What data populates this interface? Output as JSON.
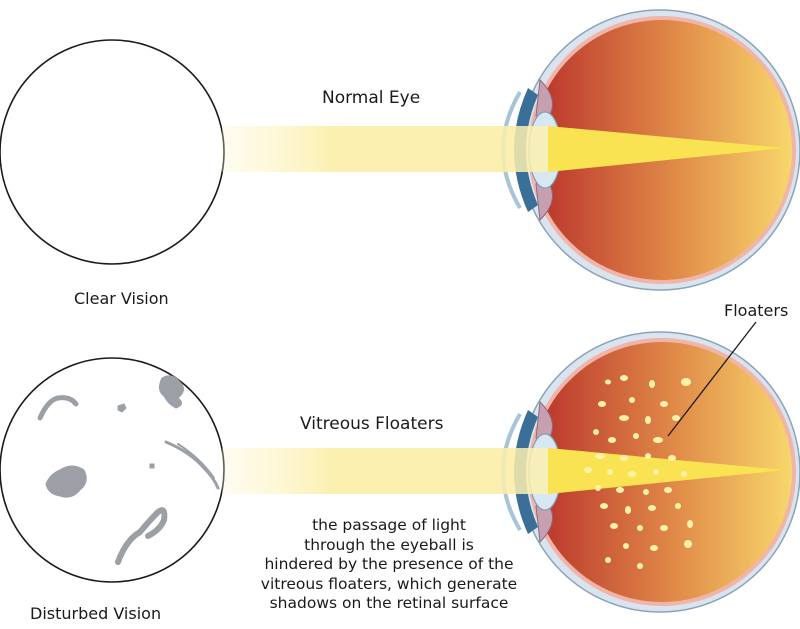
{
  "top_panel": {
    "title": "Normal Eye",
    "circle_label": "Clear Vision"
  },
  "bottom_panel": {
    "title": "Vitreous Floaters",
    "circle_label": "Disturbed Vision",
    "callout": "Floaters",
    "caption_lines": [
      "the passage of light",
      "through the eyeball is",
      "hindered by the presence of the",
      "vitreous floaters, which generate",
      "shadows on the retinal surface"
    ]
  },
  "colors": {
    "eyeball_inner_left": "#b8302a",
    "eyeball_inner_right": "#f8d86c",
    "sclera": "#dfe8f0",
    "cornea_blue": "#3a6f98",
    "lens": "#d8e8f2",
    "light_beam": "#fbf0b0",
    "light_focus": "#f7dc22",
    "floater_gray": "#9aa0a6",
    "floater_yellow": "#fff2a8"
  }
}
